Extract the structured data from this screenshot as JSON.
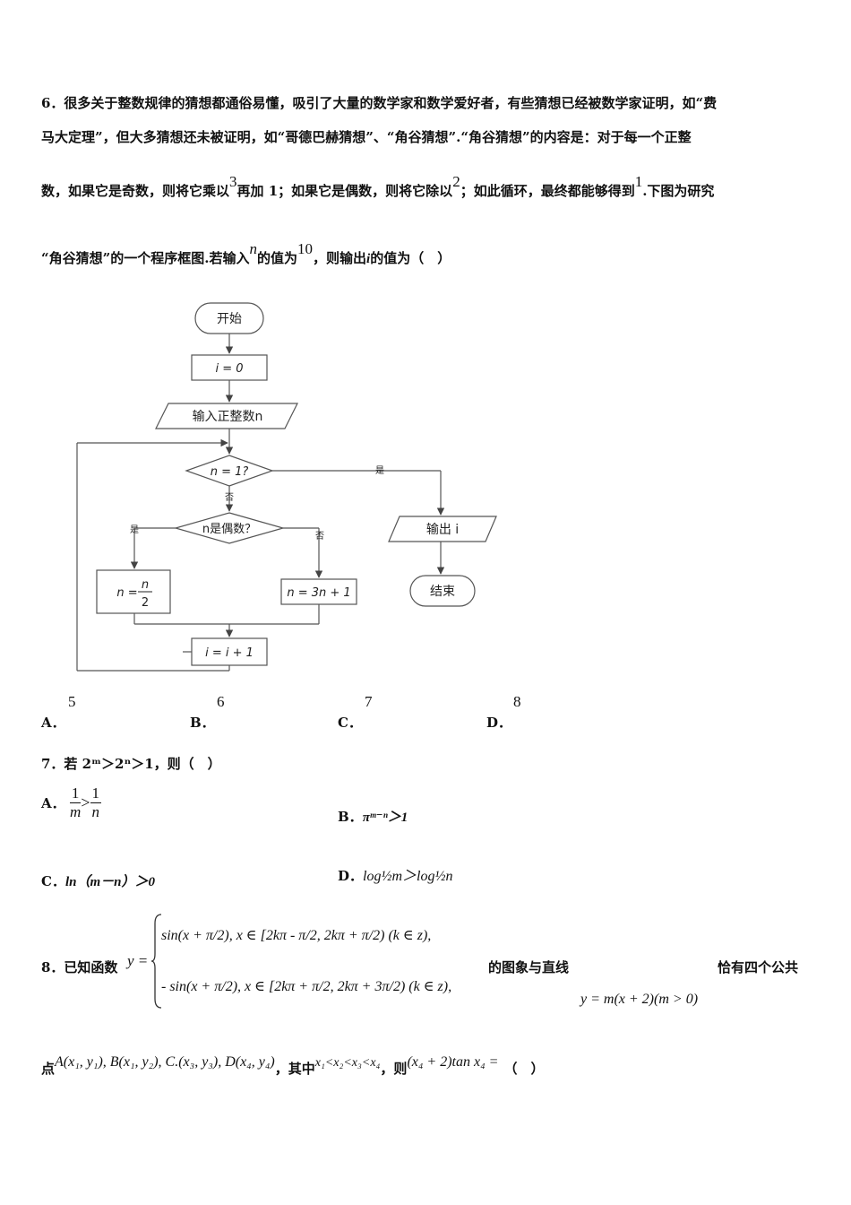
{
  "q6": {
    "line1": "6．很多关于整数规律的猜想都通俗易懂，吸引了大量的数学家和数学爱好者，有些猜想已经被数学家证明，如“费",
    "line2": "马大定理”，但大多猜想还未被证明，如“哥德巴赫猜想”、“角谷猜想”.“角谷猜想”的内容是：对于每一个正整",
    "line3a": "数，如果它是奇数，则将它乘以",
    "num3": "3",
    "line3b": "再加 1；如果它是偶数，则将它除以",
    "num2": "2",
    "line3c": "；如此循环，最终都能够得到",
    "num1": "1",
    "line3d": ".下图为研究",
    "line4a": "“角谷猜想”的一个程序框图.若输入",
    "var_n": "n",
    "line4b": "的值为",
    "num10": "10",
    "line4c": "，则输出",
    "var_i": "i",
    "line4d": "的值为（　）",
    "options": [
      {
        "letter": "A．",
        "value": "5"
      },
      {
        "letter": "B．",
        "value": "6"
      },
      {
        "letter": "C．",
        "value": "7"
      },
      {
        "letter": "D．",
        "value": "8"
      }
    ]
  },
  "flowchart": {
    "start": "开始",
    "init": "i = 0",
    "input": "输入正整数n",
    "cond1": "n = 1?",
    "yes": "是",
    "no": "否",
    "cond2": "n是偶数？",
    "even_assign_lhs": "n =",
    "even_assign_num": "n",
    "even_assign_den": "2",
    "odd_assign": "n = 3n + 1",
    "incr": "i = i + 1",
    "output": "输出 i",
    "end": "结束"
  },
  "q7": {
    "stem": "7．若 2ᵐ＞2ⁿ＞1，则（　）",
    "A_letter": "A．",
    "A_lhs_num": "1",
    "A_lhs_den": "m",
    "A_op": ">",
    "A_rhs_num": "1",
    "A_rhs_den": "n",
    "B_letter": "B．",
    "B_text": "πᵐ⁻ⁿ＞1",
    "C_letter": "C．",
    "C_text": "ln（m－n）＞0",
    "D_letter": "D．",
    "D_text": "log½m＞log½n"
  },
  "q8": {
    "lead": "8．已知函数",
    "y_eq": "y =",
    "case1": "sin(x + π/2), x ∈ [2kπ - π/2, 2kπ + π/2) (k ∈ z),",
    "case2": "- sin(x + π/2), x ∈ [2kπ + π/2, 2kπ + 3π/2) (k ∈ z),",
    "mid": "的图象与直线",
    "line_eq": "y = m(x + 2)(m > 0)",
    "tail": "恰有四个公共",
    "line2a": "点",
    "points": "A(x₁, y₁), B(x₁, y₂), C.(x₃, y₃), D(x₄, y₄)",
    "line2b": "，其中",
    "order": "x₁<x₂<x₃<x₄",
    "line2c": "，则",
    "expr": "(x₄ + 2)tan x₄ =",
    "paren": "（　）"
  }
}
